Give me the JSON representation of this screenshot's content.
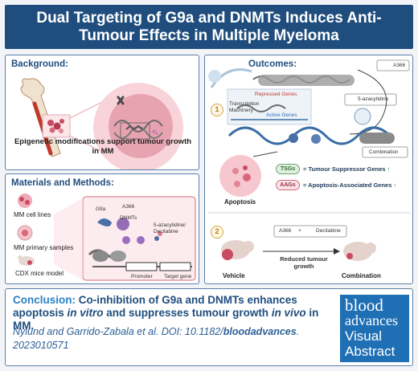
{
  "title": "Dual Targeting of G9a and DNMTs Induces Anti-Tumour Effects  in Multiple Myeloma",
  "background": {
    "heading": "Background:",
    "caption": "Epigenetic modifications support tumour growth in MM"
  },
  "materials": {
    "heading": "Materials and Methods:",
    "items": [
      "MM cell lines",
      "MM primary samples",
      "CDX mice model"
    ],
    "diagram_labels": {
      "g9a": "G9a",
      "a366": "A366",
      "dnmts": "DNMTs",
      "drug": "5-azacytidine/ Decitabine",
      "promoter": "Promoter",
      "target": "Target gene"
    }
  },
  "outcomes": {
    "heading": "Outcomes:",
    "step1": "1",
    "step2": "2",
    "a366_tag": "A366",
    "aza_tag": "5-azacytidine",
    "repressed": "Repressed Genes",
    "machinery": "Transcription Machinery",
    "active": "Active Genes",
    "combination_tag": "Combination",
    "apoptosis": "Apoptosis",
    "tsg_pill": "TSGs",
    "tsg_text": "= Tumour Suppressor Genes",
    "aag_pill": "AAGs",
    "aag_text": "= Apoptosis-Associated Genes",
    "combo_a366": "A366",
    "combo_plus": "+",
    "combo_dec": "Decitabine",
    "reduced": "Reduced tumour growth",
    "vehicle": "Vehicle",
    "combination": "Combination"
  },
  "conclusion": {
    "label": "Conclusion:",
    "part1": " Co-inhibition of G9a and DNMTs enhances apoptosis ",
    "italic1": "in vitro",
    "part2": " and suppresses tumour growth ",
    "italic2": "in vivo",
    "part3": " in MM.",
    "cite_authors": "Nylund and Garrido-Zabala et al. DOI: 10.1182/",
    "cite_journal": "bloodadvances",
    "cite_tail": ". 2023010571"
  },
  "logo": {
    "line1": "blood",
    "line2": "advances",
    "line3": "Visual",
    "line4": "Abstract"
  },
  "colors": {
    "title_bg": "#1f4e7e",
    "panel_border": "#5b7fa6",
    "conclusion_label": "#2a82c4",
    "logo_bg": "#1f6fb5",
    "tsg": "#6aa56a",
    "aag": "#d46a7e"
  }
}
